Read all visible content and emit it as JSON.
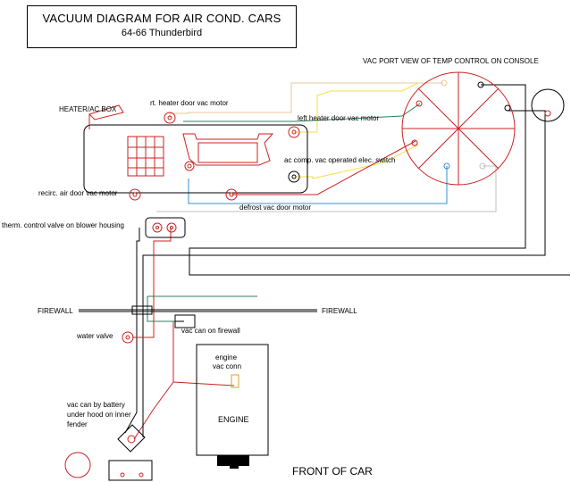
{
  "title": {
    "line1": "VACUUM DIAGRAM FOR AIR COND. CARS",
    "line2": "64-66 Thunderbird"
  },
  "labels": {
    "temp_control": "VAC PORT VIEW OF TEMP CONTROL ON CONSOLE",
    "heater_box": "HEATER/AC BOX",
    "rt_heater_motor": "rt. heater door vac motor",
    "left_heater_motor": "left heater door vac motor",
    "ac_comp_switch": "ac comp. vac operated elec. switch",
    "recirc_motor": "recirc. air door vac motor",
    "defrost_motor": "defrost vac door motor",
    "therm_valve": "therm. control valve on blower housing",
    "firewall_left": "FIREWALL",
    "firewall_right": "FIREWALL",
    "water_valve": "water valve",
    "vac_can_firewall": "vac can on firewall",
    "engine_conn_1": "engine",
    "engine_conn_2": "vac conn",
    "engine": "ENGINE",
    "battery_can_1": "vac can by battery",
    "battery_can_2": "under hood on inner",
    "battery_can_3": "fender",
    "front": "FRONT OF CAR"
  },
  "colors": {
    "red": "#cc2222",
    "green": "#2f7f5f",
    "yellow": "#f2e24a",
    "tan": "#e8c89a",
    "blue": "#3a8fd0",
    "black": "#000000",
    "gray": "#c0c0c0"
  }
}
